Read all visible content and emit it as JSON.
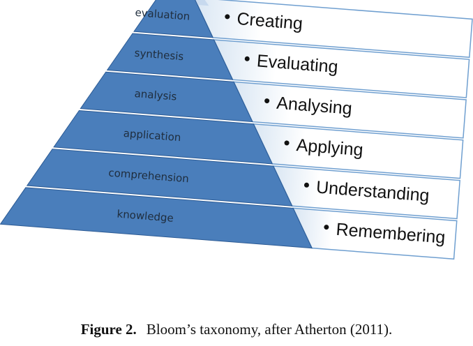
{
  "colors": {
    "tier_fill": "#4a7ebb",
    "tier_edge": "#2b5a94",
    "panel_border": "#6f9fd0"
  },
  "pyramid": {
    "tiers": [
      {
        "label": "evaluation"
      },
      {
        "label": "synthesis"
      },
      {
        "label": "analysis"
      },
      {
        "label": "application"
      },
      {
        "label": "comprehension"
      },
      {
        "label": "knowledge"
      }
    ]
  },
  "steps": [
    {
      "label": "Creating"
    },
    {
      "label": "Evaluating"
    },
    {
      "label": "Analysing"
    },
    {
      "label": "Applying"
    },
    {
      "label": "Understanding"
    },
    {
      "label": "Remembering"
    }
  ],
  "caption": {
    "figure": "Figure 2.",
    "text": "Bloom’s taxonomy, after Atherton (2011)."
  }
}
